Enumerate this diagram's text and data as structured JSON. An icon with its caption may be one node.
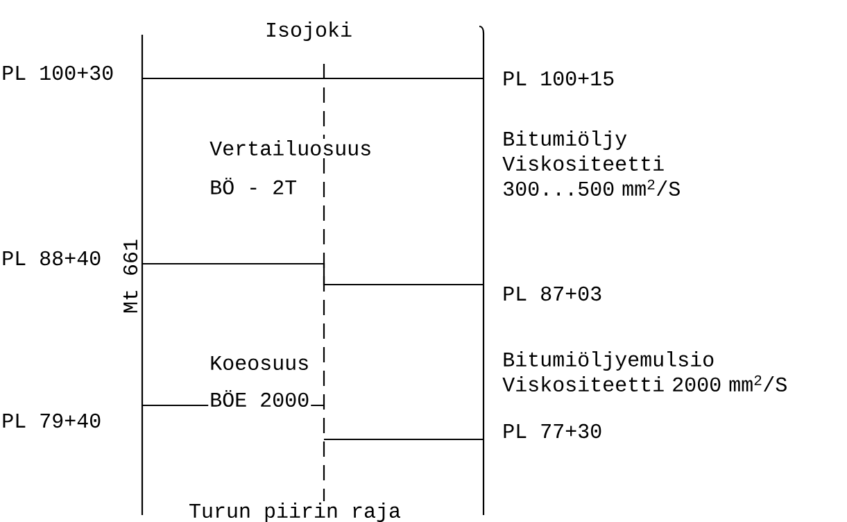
{
  "diagram": {
    "labels": [
      "Isojoki",
      "PL 100+30",
      "PL 100+15",
      "Vertailuosuus",
      "Bitumiöljy Viskositeetti 300...500 mm$^{2}$/S",
      "BÖ - 2T",
      "Mt 661",
      "PL 88+40",
      "PL 87+03",
      "Koeosuus",
      "Bitumiöljyemulsio Viskositeetti 2000 mm$^{2}$/S",
      "BÖE 2000",
      "PL 79+40",
      "PL 77+30",
      "Turun piirin raja"
    ]
  }
}
